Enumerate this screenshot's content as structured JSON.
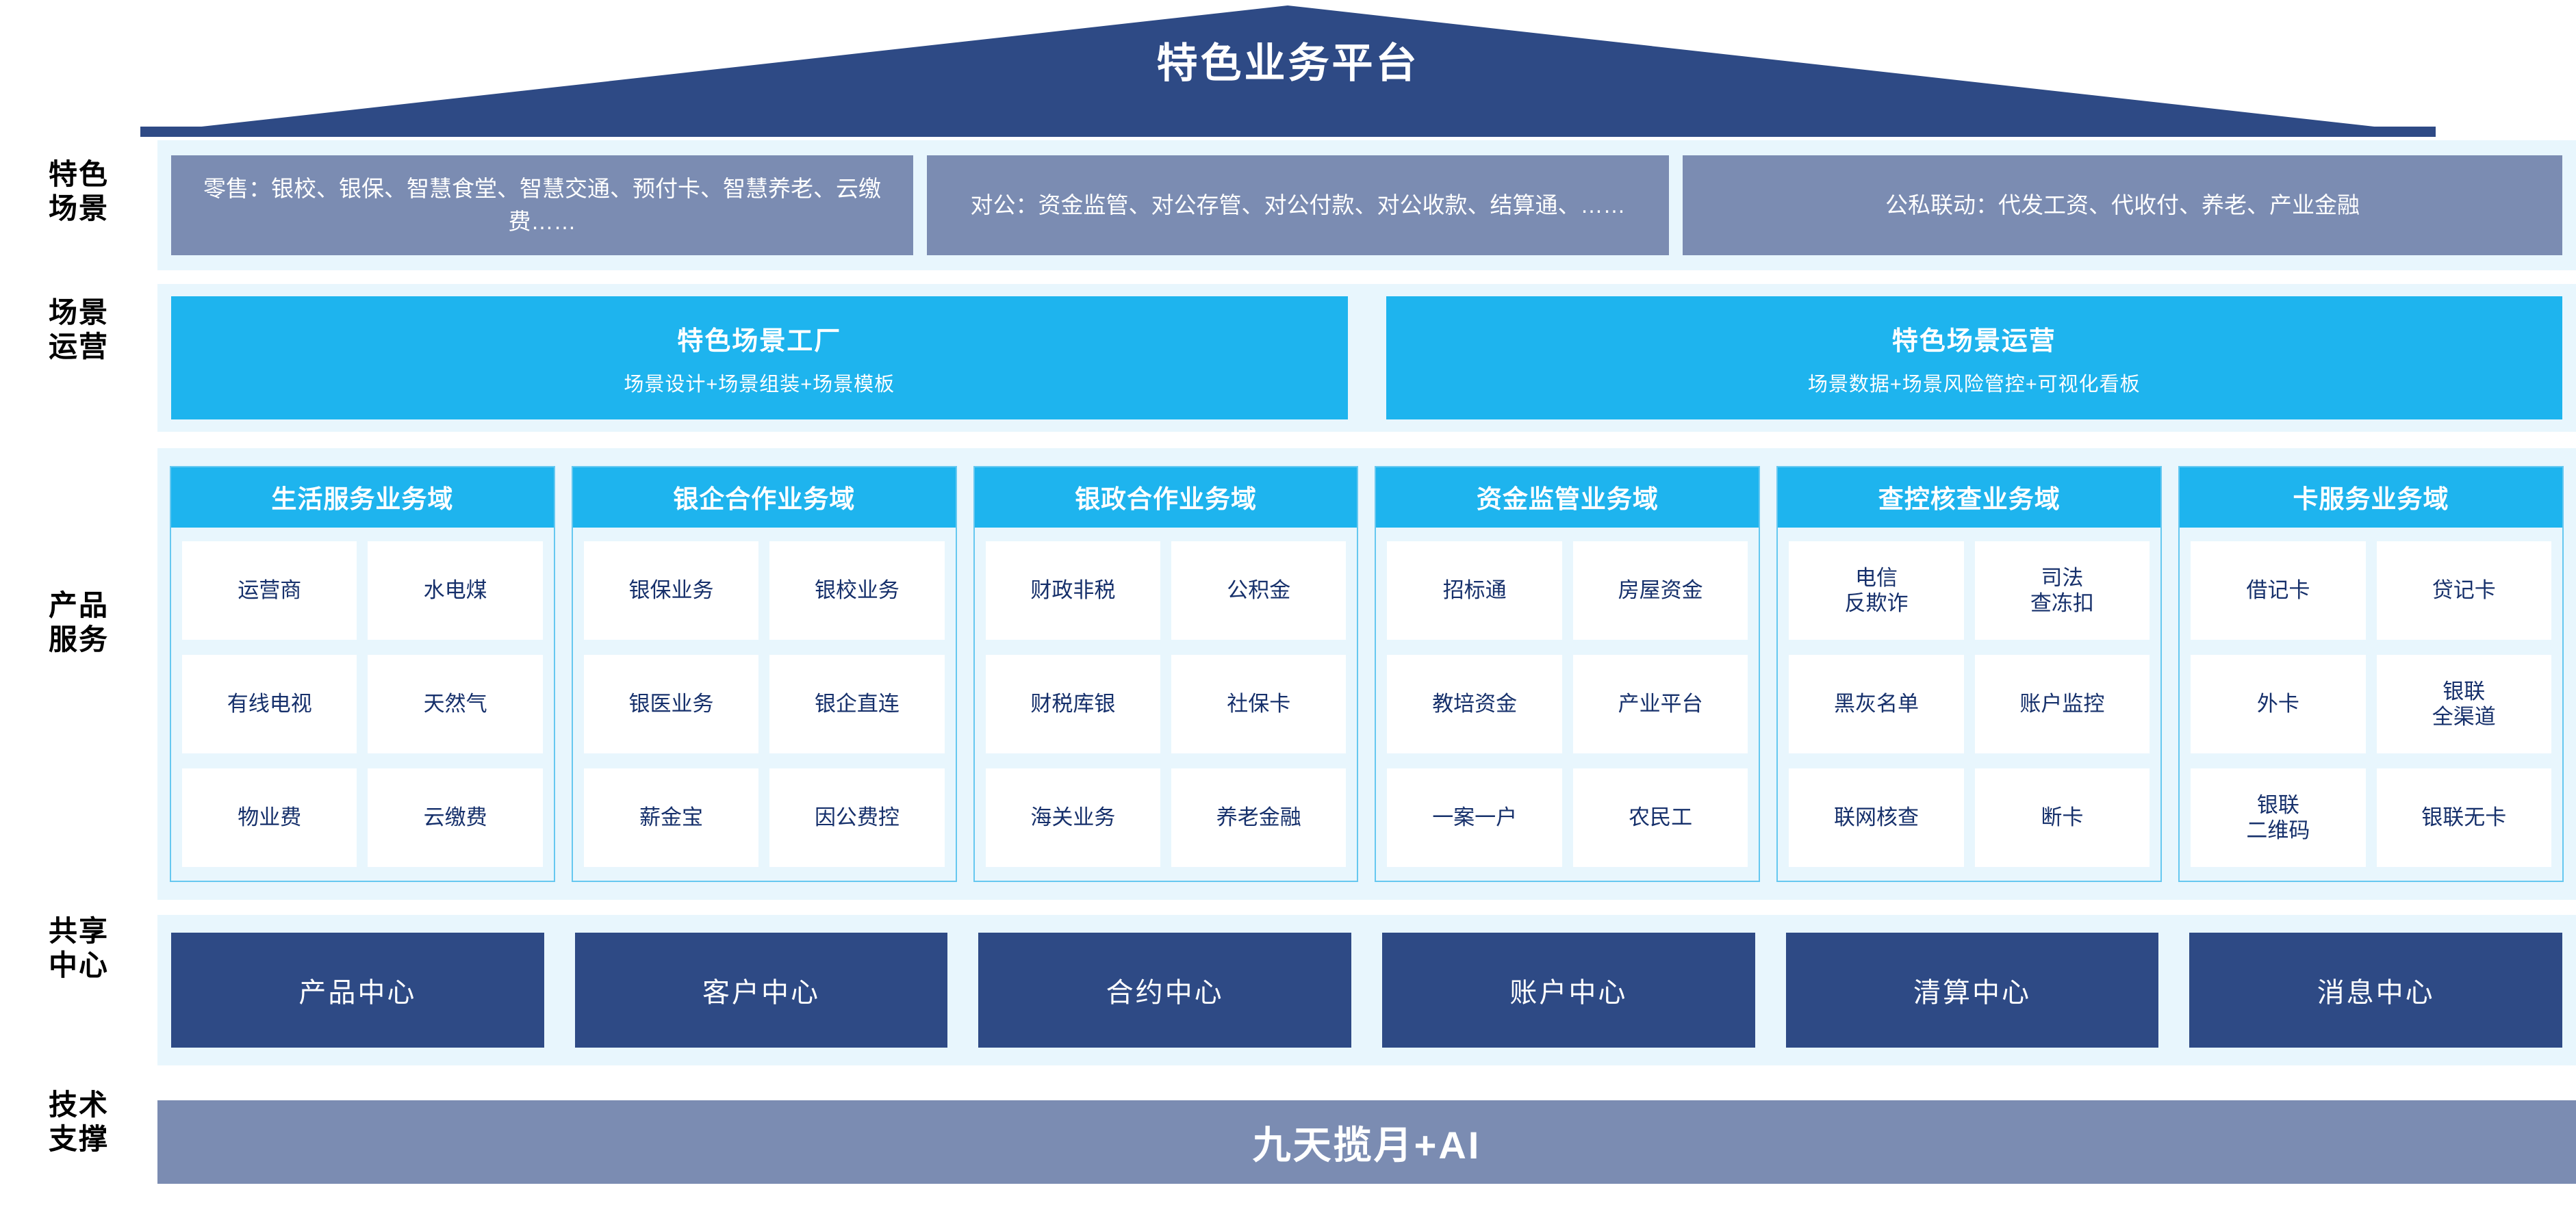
{
  "header": {
    "title": "特色业务平台",
    "banner_color": "#2e4a85"
  },
  "row_labels": {
    "scenarios": "特色\n场景",
    "scenario_ops": "场景\n运营",
    "product_services": "产品\n服务",
    "shared_centers": "共享\n中心",
    "tech_support": "技术\n支撑"
  },
  "scenarios": {
    "boxes": [
      {
        "text": "零售：银校、银保、智慧食堂、智慧交通、预付卡、智慧养老、云缴费……"
      },
      {
        "text": "对公：资金监管、对公存管、对公付款、对公收款、结算通、……"
      },
      {
        "text": "公私联动：代发工资、代收付、养老、产业金融"
      }
    ],
    "box_color": "#7b8cb2"
  },
  "scenario_ops": {
    "boxes": [
      {
        "title": "特色场景工厂",
        "subtitle": "场景设计+场景组装+场景模板"
      },
      {
        "title": "特色场景运营",
        "subtitle": "场景数据+场景风险管控+可视化看板"
      }
    ],
    "box_color": "#1eb4ee"
  },
  "product_services": {
    "header_color": "#1eb4ee",
    "cell_text_color": "#16306b",
    "domains": [
      {
        "title": "生活服务业务域",
        "cells": [
          "运营商",
          "水电煤",
          "有线电视",
          "天然气",
          "物业费",
          "云缴费"
        ]
      },
      {
        "title": "银企合作业务域",
        "cells": [
          "银保业务",
          "银校业务",
          "银医业务",
          "银企直连",
          "薪金宝",
          "因公费控"
        ]
      },
      {
        "title": "银政合作业务域",
        "cells": [
          "财政非税",
          "公积金",
          "财税库银",
          "社保卡",
          "海关业务",
          "养老金融"
        ]
      },
      {
        "title": "资金监管业务域",
        "cells": [
          "招标通",
          "房屋资金",
          "教培资金",
          "产业平台",
          "一案一户",
          "农民工"
        ]
      },
      {
        "title": "查控核查业务域",
        "cells": [
          "电信\n反欺诈",
          "司法\n查冻扣",
          "黑灰名单",
          "账户监控",
          "联网核查",
          "断卡"
        ]
      },
      {
        "title": "卡服务业务域",
        "cells": [
          "借记卡",
          "贷记卡",
          "外卡",
          "银联\n全渠道",
          "银联\n二维码",
          "银联无卡"
        ]
      }
    ]
  },
  "shared_centers": {
    "box_color": "#2e4a85",
    "items": [
      "产品中心",
      "客户中心",
      "合约中心",
      "账户中心",
      "清算中心",
      "消息中心"
    ]
  },
  "tech_support": {
    "label": "九天揽月+AI",
    "bar_color": "#7b8cb2"
  }
}
